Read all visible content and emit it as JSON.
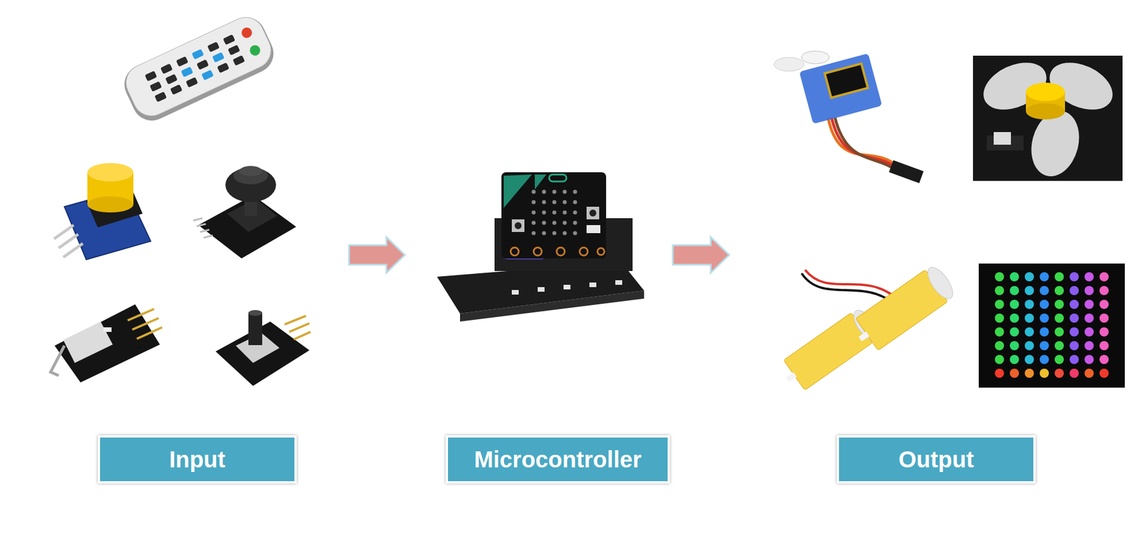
{
  "diagram": {
    "nodes": [
      {
        "text": [
          "Input"
        ]
      },
      {
        "text": [
          "Microcontroller"
        ]
      },
      {
        "text": [
          "Output"
        ]
      }
    ],
    "edges": [
      {
        "from": 0,
        "to": 1,
        "arrow": "to"
      },
      {
        "from": 1,
        "to": 2,
        "arrow": "to"
      }
    ]
  }
}
